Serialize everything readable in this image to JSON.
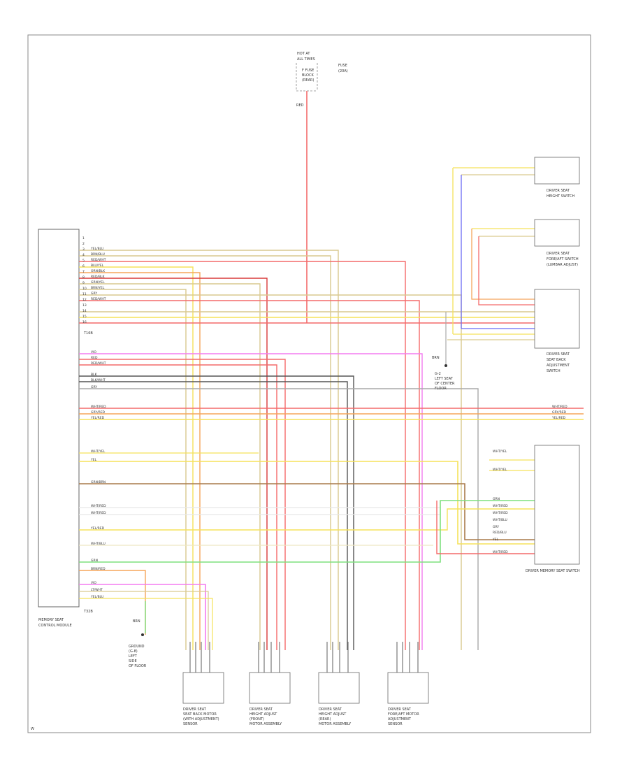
{
  "footer_code": "W",
  "power_source": {
    "lines": [
      "HOT AT",
      "ALL TIMES",
      "F FUSE",
      "BLOCK",
      "(REAR)",
      "FUSE",
      "(20A)"
    ],
    "wire_label": "RED"
  },
  "memory_module": {
    "name_lines": [
      "MEMORY SEAT",
      "CONTROL MODULE"
    ],
    "conn_a": "T16B",
    "conn_b": "T32B"
  },
  "ground": {
    "label_lines": [
      "GROUND",
      "(G-8)",
      "LEFT",
      "SIDE",
      "OF FLOOR"
    ],
    "wire_label": "BRN"
  },
  "junction": {
    "label_lines": [
      "G-2",
      "LEFT SEAT",
      "OF CENTER",
      "FLOOR"
    ],
    "wire_label": "BRN"
  },
  "switches": [
    {
      "label_lines": [
        "DRIVER SEAT",
        "HEIGHT SWITCH"
      ]
    },
    {
      "label_lines": [
        "DRIVER SEAT",
        "FORE/AFT SWITCH",
        "(LUMBAR ADJUST)"
      ]
    },
    {
      "label_lines": [
        "DRIVER SEAT",
        "SEAT BACK",
        "ADJUSTMENT",
        "SWITCH"
      ]
    }
  ],
  "right_connector": {
    "label": "DRIVER MEMORY SEAT SWITCH"
  },
  "motors": [
    {
      "label_lines": [
        "DRIVER SEAT",
        "SEAT BACK MOTOR",
        "(WITH ADJUSTMENT)",
        "SENSOR"
      ]
    },
    {
      "label_lines": [
        "DRIVER SEAT",
        "HEIGHT ADJUST",
        "(FRONT)",
        "MOTOR ASSEMBLY"
      ]
    },
    {
      "label_lines": [
        "DRIVER SEAT",
        "HEIGHT ADJUST",
        "(REAR)",
        "MOTOR ASSEMBLY"
      ]
    },
    {
      "label_lines": [
        "DRIVER SEAT",
        "FORE/AFT MOTOR",
        "ADJUSTMENT",
        "SENSOR"
      ]
    }
  ],
  "upper_wires": [
    "YEL/BLU",
    "BRN/BLU",
    "RED/WHT",
    "BLU/YEL",
    "ORN/BLK",
    "RED/BLK",
    "GRN/YEL",
    "BRN/YEL",
    "GRY",
    "RED/WHT"
  ],
  "middle_wires": [
    "VIO",
    "RED",
    "RED/WHT",
    "BLK",
    "BLK/WHT",
    "GRY"
  ],
  "harness_wires": [
    "WHT/RED",
    "GRY/RED",
    "YEL/RED"
  ],
  "lower_wires": [
    "WHT/YEL",
    "YEL",
    "GRN/BRN",
    "WHT/RED",
    "WHT/RED",
    "YEL/RED",
    "WHT/BLU",
    "GRN",
    "BRN/RED",
    "VIO",
    "LT/WHT",
    "YEL/BLU"
  ],
  "right_conn_wires": [
    "WHT/YEL",
    "WHT/YEL",
    "GRN",
    "WHT/RED",
    "WHT/RED",
    "WHT/BLU",
    "GRY",
    "RED/BLU",
    "YEL",
    "WHT/RED"
  ],
  "pin_numbers": [
    "1",
    "2",
    "3",
    "4",
    "5",
    "6",
    "7",
    "8",
    "9",
    "10",
    "11",
    "12",
    "13",
    "14",
    "15",
    "16"
  ],
  "colors": {
    "red": "#f46a6a",
    "yellow": "#f5e25a",
    "tan": "#d9c98f",
    "orange": "#f5a55a",
    "green": "#7fe07f",
    "violet": "#f37cf0",
    "grey": "#a9a9a9",
    "brown": "#a97a4a",
    "blue": "#6b6bf5",
    "black": "#555555",
    "darkred": "#d93a3a"
  }
}
